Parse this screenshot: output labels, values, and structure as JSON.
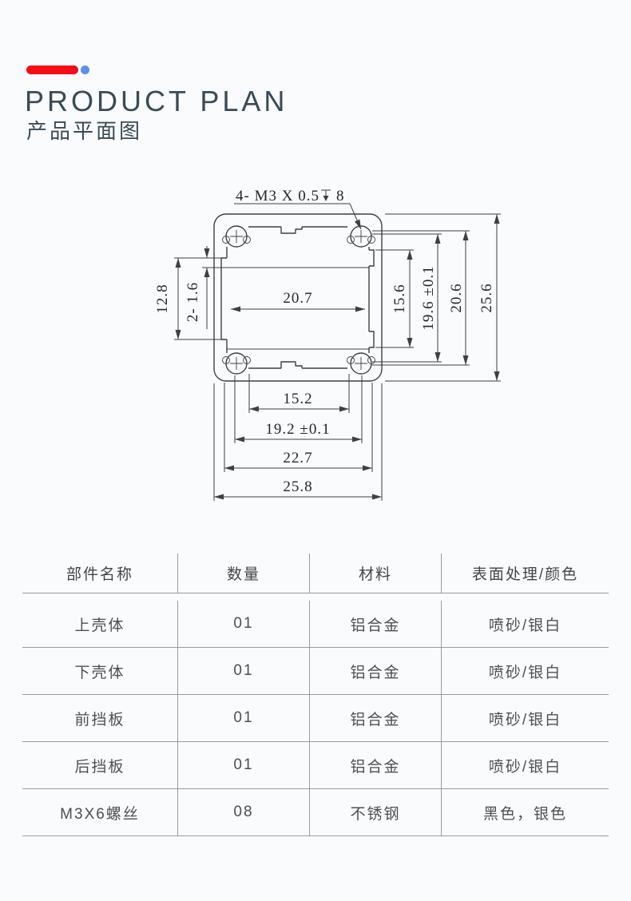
{
  "header": {
    "title": "PRODUCT PLAN",
    "subtitle": "产品平面图",
    "accent_bar_color": "#f60b16",
    "accent_dot_color": "#5a92e6"
  },
  "drawing": {
    "dims": {
      "callout_prefix": "4- M3 X 0.5",
      "callout_depth": "8",
      "left_height": "12.8",
      "left_wall": "2- 1.6",
      "inner_width": "20.7",
      "right_inner": "15.6",
      "right_holes": "19.6 ±0.1",
      "right_mid": "20.6",
      "right_overall": "25.6",
      "bottom_inner": "15.2",
      "bottom_holes": "19.2 ±0.1",
      "bottom_mid": "22.7",
      "bottom_overall": "25.8"
    }
  },
  "table": {
    "headers": [
      "部件名称",
      "数量",
      "材料",
      "表面处理/颜色"
    ],
    "rows": [
      [
        "上壳体",
        "01",
        "铝合金",
        "喷砂/银白"
      ],
      [
        "下壳体",
        "01",
        "铝合金",
        "喷砂/银白"
      ],
      [
        "前挡板",
        "01",
        "铝合金",
        "喷砂/银白"
      ],
      [
        "后挡板",
        "01",
        "铝合金",
        "喷砂/银白"
      ],
      [
        "M3X6螺丝",
        "08",
        "不锈钢",
        "黑色，银色"
      ]
    ]
  }
}
